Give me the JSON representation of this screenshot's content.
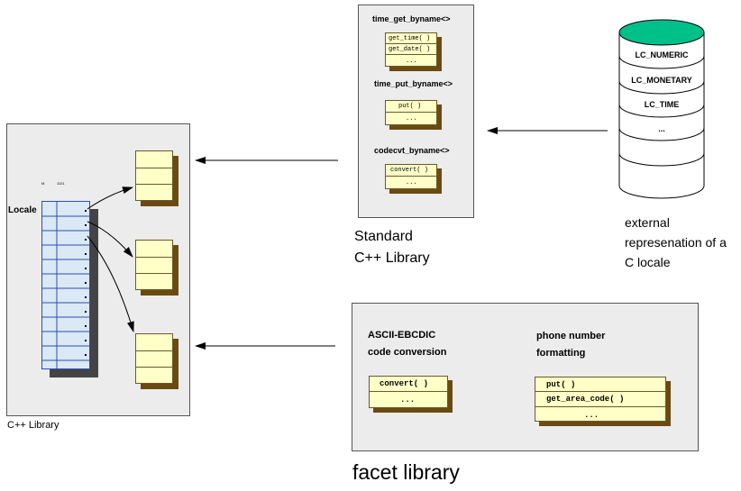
{
  "cpp_library": {
    "caption": "C++ Library",
    "locale_label": "Locale",
    "tiny_marks": [
      "M",
      "1101"
    ]
  },
  "standard_library": {
    "caption_line1": "Standard",
    "caption_line2": "C++ Library",
    "time_get": {
      "title": "time_get_byname<>",
      "rows": [
        "get_time( )",
        "get_date( )",
        "..."
      ]
    },
    "time_put": {
      "title": "time_put_byname<>",
      "rows": [
        "put( )",
        "..."
      ]
    },
    "codecvt": {
      "title": "codecvt_byname<>",
      "rows": [
        "convert( )",
        "..."
      ]
    }
  },
  "external": {
    "caption_line1": "external",
    "caption_line2": "represenation of a",
    "caption_line3": "C locale",
    "bands": [
      "LC_NUMERIC",
      "LC_MONETARY",
      "LC_TIME",
      "..."
    ],
    "top_color": "#00c08a"
  },
  "facet_library": {
    "caption": "facet library",
    "ascii": {
      "title_line1": "ASCII-EBCDIC",
      "title_line2": "code conversion",
      "rows": [
        "convert( )",
        "..."
      ]
    },
    "phone": {
      "title_line1": "phone number",
      "title_line2": "formatting",
      "rows": [
        "put( )",
        "get_area_code( )",
        "..."
      ]
    }
  },
  "colors": {
    "panel": "#ececec",
    "facet": "#ffffc8",
    "shadow": "#6b4a12",
    "locale_grid": "#dbe8f5",
    "locale_lines": "#2a4fb0"
  }
}
